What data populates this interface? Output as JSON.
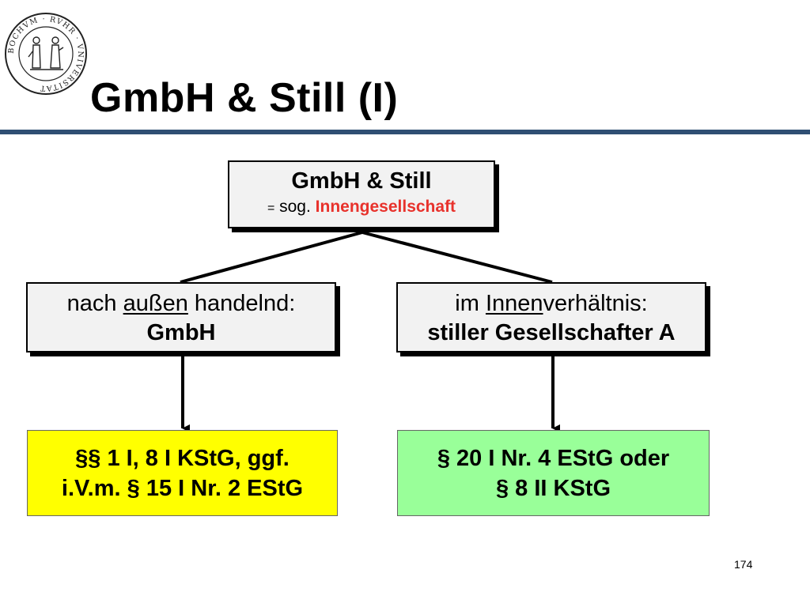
{
  "slide": {
    "title": "GmbH & Still (I)",
    "page_number": "174"
  },
  "logo": {
    "seal_text": "BOCHVM · RVHR · VNIVERSITAT"
  },
  "diagram": {
    "top_box": {
      "heading": "GmbH & Still",
      "eq_sign": "=",
      "prefix": "sog.",
      "highlight": "Innengesellschaft"
    },
    "left_box": {
      "line1_before": "nach ",
      "line1_underlined": "außen",
      "line1_after": " handelnd:",
      "line2": "GmbH"
    },
    "right_box": {
      "line1_before": "im ",
      "line1_underlined": "Innen",
      "line1_after": "verhältnis:",
      "line2": "stiller Gesellschafter A"
    },
    "left_result": {
      "line1": "§§ 1 I, 8 I KStG, ggf.",
      "line2": "i.V.m. § 15 I Nr. 2 EStG"
    },
    "right_result": {
      "line1": "§ 20 I Nr. 4 EStG oder",
      "line2": "§ 8 II KStG"
    }
  },
  "colors": {
    "title_rule": "#2f4f73",
    "highlight_red": "#e8322c",
    "left_result_fill": "#ffff00",
    "right_result_fill": "#99ff99",
    "box_fill": "#f2f2f2"
  }
}
